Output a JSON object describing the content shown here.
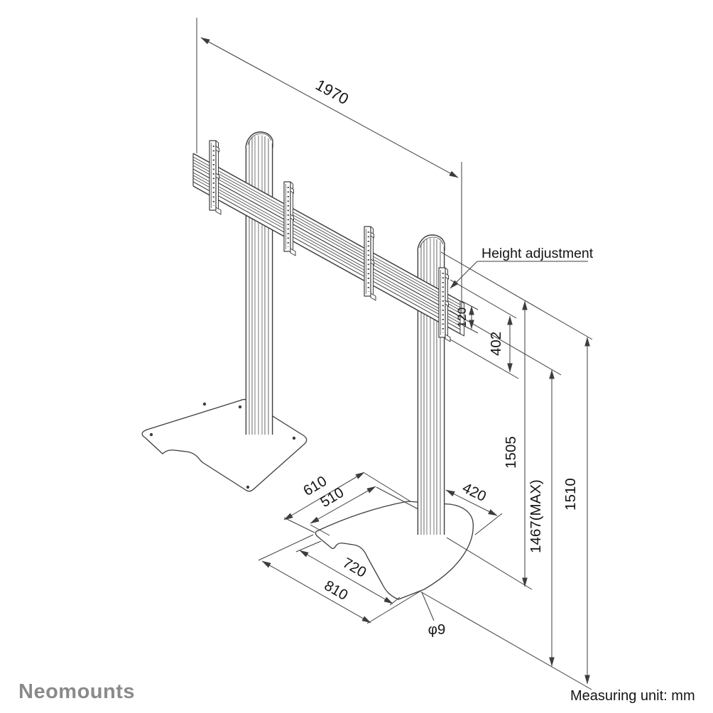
{
  "brand": {
    "logo": "Neomounts"
  },
  "notes": {
    "height_adjustment": "Height adjustment",
    "measuring_unit": "Measuring unit: mm"
  },
  "dimensions": {
    "overall_width": "1970",
    "rail_height": "120",
    "rail_drop": "402",
    "pole_length": "1505",
    "max_height": "1467(MAX)",
    "total_height": "1510",
    "base_depth_outer": "610",
    "base_depth_inner": "510",
    "base_offset_right": "420",
    "base_width_inner": "720",
    "base_width_outer": "810",
    "hole_diameter": "φ9"
  },
  "colors": {
    "line": "#3d3d3d",
    "text": "#151515",
    "logo": "#8a8a8a"
  }
}
